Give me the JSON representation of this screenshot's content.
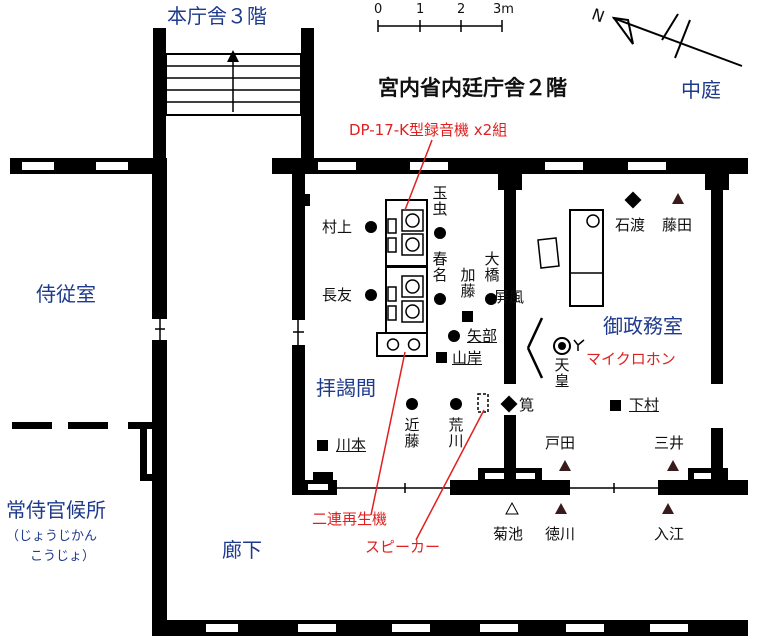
{
  "title": "宮内省内廷庁舎２階",
  "scale": {
    "ticks": [
      "0",
      "1",
      "2",
      "3m"
    ]
  },
  "compass": {
    "label": "N"
  },
  "rooms": {
    "upper_floor": "本庁舎３階",
    "courtyard": "中庭",
    "chamberlain": "侍従室",
    "waiting_line1": "常侍官候所",
    "waiting_line2": "（じょうじかん",
    "waiting_line3": "こうじょ）",
    "corridor": "廊下",
    "audience": "拝謁間",
    "office": "御政務室"
  },
  "annotations": {
    "recorder": "DP-17-K型録音機 x2組",
    "player": "二連再生機",
    "speaker": "スピーカー",
    "microphone": "マイクロホン",
    "screen": "屏風"
  },
  "people": {
    "murakami": "村上",
    "nagatomo": "長友",
    "tamamushi": "玉虫",
    "haruna": "春名",
    "ohashi": "大橋",
    "kato": "加藤",
    "yabe": "矢部",
    "yamagishi": "山岸",
    "kondo": "近藤",
    "arakawa": "荒川",
    "kan": "筧",
    "kawamoto": "川本",
    "emperor": "天皇",
    "ishiwata": "石渡",
    "fujita": "藤田",
    "shimomura": "下村",
    "toda": "戸田",
    "mitsui": "三井",
    "kikuchi": "菊池",
    "tokugawa": "徳川",
    "irie": "入江"
  }
}
